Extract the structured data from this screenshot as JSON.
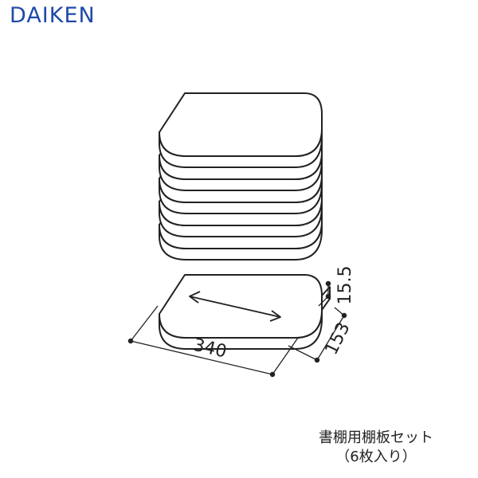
{
  "brand": {
    "logo_text": "DAIKEN",
    "color": "#1f4aa8"
  },
  "dimensions": {
    "width_label": "340",
    "depth_label": "153",
    "thickness_label": "15.5"
  },
  "product": {
    "name": "書棚用棚板セット",
    "quantity_note": "（6枚入り）",
    "shelf_count": 6
  }
}
